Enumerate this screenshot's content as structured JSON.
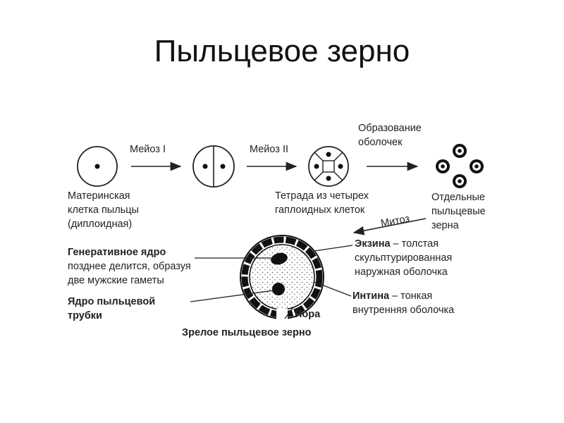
{
  "slide": {
    "title": "Пыльцевое зерно"
  },
  "diagram": {
    "arrows": {
      "meiosis1": "Мейоз I",
      "meiosis2": "Мейоз II",
      "envelope_formation_line1": "Образование",
      "envelope_formation_line2": "оболочек",
      "mitosis": "Митоз"
    },
    "mother_cell": {
      "line1": "Материнская",
      "line2": "клетка пыльцы",
      "line3": "(диплоидная)"
    },
    "tetrad": {
      "line1": "Тетрада из четырех",
      "line2": "гаплоидных клеток"
    },
    "separate_grains": {
      "line1": "Отдельные",
      "line2": "пыльцевые",
      "line3": "зерна"
    },
    "generative_nucleus": {
      "title": "Генеративное ядро",
      "line2": "позднее делится, образуя",
      "line3": "две мужские гаметы"
    },
    "tube_nucleus": {
      "line1": "Ядро пыльцевой",
      "line2": "трубки"
    },
    "exine": {
      "term": "Экзина",
      "line1_rest": " – толстая",
      "line2": "скульптурированная",
      "line3": "наружная оболочка"
    },
    "intine": {
      "term": "Интина",
      "line1_rest": " – тонкая",
      "line2": "внутренняя оболочка"
    },
    "pore": "Пора",
    "mature_grain": "Зрелое пыльцевое зерно"
  }
}
